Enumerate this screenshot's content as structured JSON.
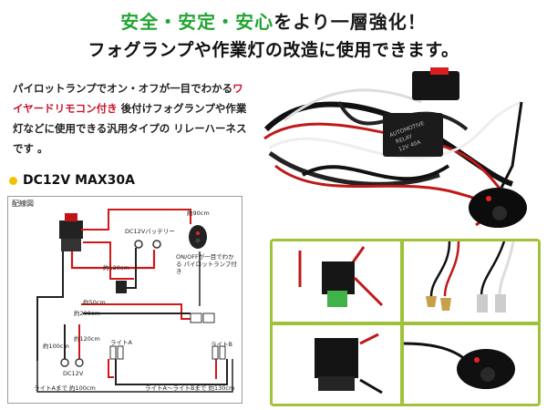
{
  "headline": {
    "line1_part1": "安全・安定・安心",
    "line1_part2": "をより一層強化！",
    "line2": "フォグランプや作業灯の改造に使用できます。"
  },
  "description": {
    "part1": "パイロットランプでオン・オフが一目でわかる",
    "highlight": "ワイヤードリモコン付き",
    "part2": " 後付けフォグランプや作業灯などに使用できる汎用タイプの リレーハーネスです 。"
  },
  "spec": "DC12V MAX30A",
  "diagram": {
    "title": "配線図",
    "labels": {
      "wire_90cm": "約90cm",
      "battery": "DC12Vバッテリー",
      "wire_120cm": "約120cm",
      "switch_note": "ON/OFFが一目でわかる パイロットランプ付き",
      "wire_50cm": "約50cm",
      "wire_200cm": "約200cm",
      "wire_120cm_b": "約120cm",
      "wire_100cm": "約100cm",
      "dc12v": "DC12V",
      "light_a": "ライトA",
      "light_b": "ライトB",
      "to_light_a": "ライトAまで 約100cm",
      "a_to_b": "ライトA～ライトBまで 約130cm"
    }
  },
  "relay_text": {
    "line1": "AUTOMOTIVE",
    "line2": "RELAY",
    "line3": "12V 40A"
  },
  "colors": {
    "accent_green": "#22a531",
    "highlight_red": "#c8162b",
    "gallery_frame": "#9fc23a",
    "bullet_yellow": "#f2c200"
  }
}
